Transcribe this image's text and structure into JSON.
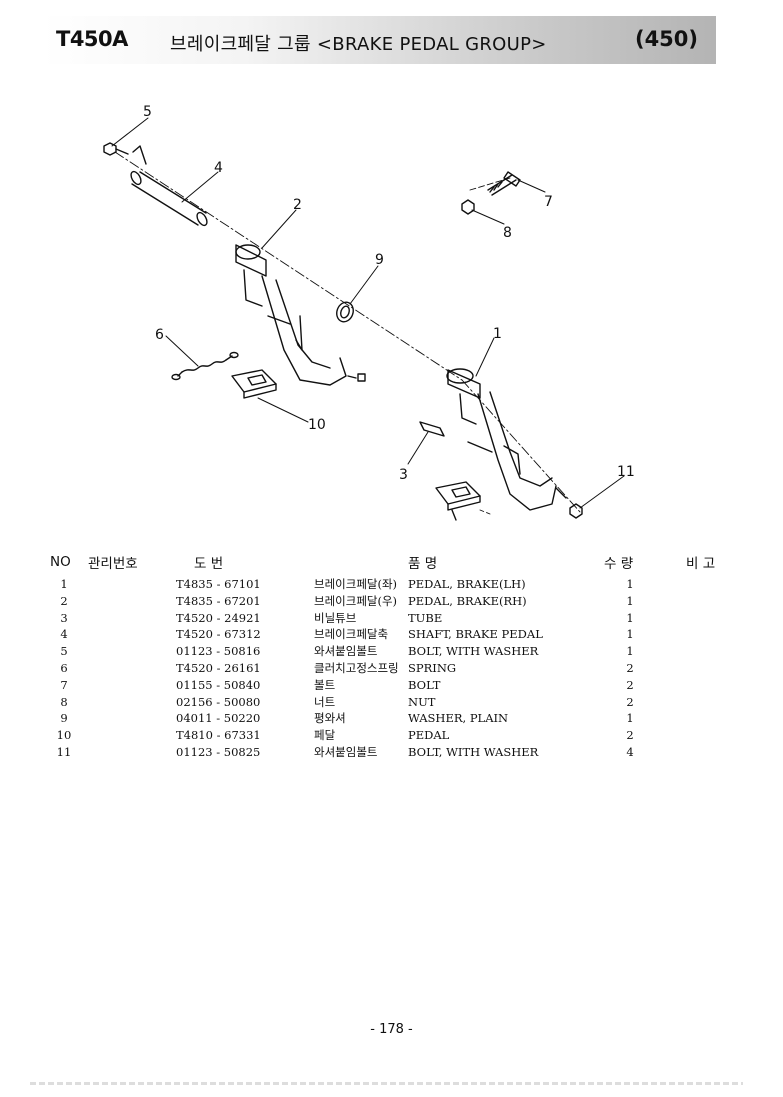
{
  "header": {
    "code": "T450A",
    "title": "브레이크페달 그룹 <BRAKE PEDAL GROUP>",
    "group_no": "(450)"
  },
  "callouts": [
    "1",
    "2",
    "3",
    "4",
    "5",
    "6",
    "7",
    "8",
    "9",
    "10",
    "11"
  ],
  "table": {
    "headers": [
      "NO",
      "관리번호",
      "도 번",
      "품 명",
      "수 량",
      "비 고"
    ],
    "rows": [
      {
        "no": "1",
        "mgmt": "",
        "part": "T4835 - 67101",
        "kor": "브레이크페달(좌)",
        "eng": "PEDAL, BRAKE(LH)",
        "qty": "1",
        "remark": ""
      },
      {
        "no": "2",
        "mgmt": "",
        "part": "T4835 - 67201",
        "kor": "브레이크페달(우)",
        "eng": "PEDAL, BRAKE(RH)",
        "qty": "1",
        "remark": ""
      },
      {
        "no": "3",
        "mgmt": "",
        "part": "T4520 - 24921",
        "kor": "비닐튜브",
        "eng": "TUBE",
        "qty": "1",
        "remark": ""
      },
      {
        "no": "4",
        "mgmt": "",
        "part": "T4520 - 67312",
        "kor": "브레이크페달축",
        "eng": "SHAFT, BRAKE PEDAL",
        "qty": "1",
        "remark": ""
      },
      {
        "no": "5",
        "mgmt": "",
        "part": "01123 - 50816",
        "kor": "와셔붙임볼트",
        "eng": "BOLT, WITH WASHER",
        "qty": "1",
        "remark": ""
      },
      {
        "no": "6",
        "mgmt": "",
        "part": "T4520 - 26161",
        "kor": "클러치고정스프링",
        "eng": "SPRING",
        "qty": "2",
        "remark": ""
      },
      {
        "no": "7",
        "mgmt": "",
        "part": "01155 - 50840",
        "kor": "볼트",
        "eng": "BOLT",
        "qty": "2",
        "remark": ""
      },
      {
        "no": "8",
        "mgmt": "",
        "part": "02156 - 50080",
        "kor": "너트",
        "eng": "NUT",
        "qty": "2",
        "remark": ""
      },
      {
        "no": "9",
        "mgmt": "",
        "part": "04011 - 50220",
        "kor": "평와셔",
        "eng": "WASHER, PLAIN",
        "qty": "1",
        "remark": ""
      },
      {
        "no": "10",
        "mgmt": "",
        "part": "T4810 - 67331",
        "kor": "페달",
        "eng": "PEDAL",
        "qty": "2",
        "remark": ""
      },
      {
        "no": "11",
        "mgmt": "",
        "part": "01123 - 50825",
        "kor": "와셔붙임볼트",
        "eng": "BOLT, WITH WASHER",
        "qty": "4",
        "remark": ""
      }
    ]
  },
  "footer": {
    "page_number": "- 178 -"
  }
}
